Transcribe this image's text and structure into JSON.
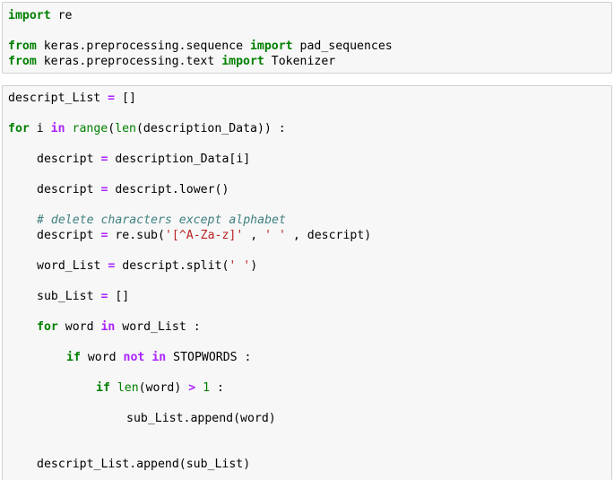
{
  "cell1": {
    "line1": {
      "kw": "import",
      "rest": " re"
    },
    "line2": {
      "kw1": "from",
      "mod": " keras.preprocessing.sequence ",
      "kw2": "import",
      "name": " pad_sequences"
    },
    "line3": {
      "kw1": "from",
      "mod": " keras.preprocessing.text ",
      "kw2": "import",
      "name": " Tokenizer"
    }
  },
  "cell2": {
    "l1": {
      "a": "descript_List ",
      "op": "=",
      "b": " []"
    },
    "l2": {
      "kw": "for",
      "a": " i ",
      "kw2": "in",
      "sp": " ",
      "fn1": "range",
      "p": "(",
      "fn2": "len",
      "b": "(description_Data)) :"
    },
    "l3": {
      "a": "descript ",
      "op": "=",
      "b": " description_Data[i]"
    },
    "l4": {
      "a": "descript ",
      "op": "=",
      "b": " descript.lower()"
    },
    "l5": {
      "comment": "# delete characters except alphabet"
    },
    "l6": {
      "a": "descript ",
      "op": "=",
      "b": " re.sub(",
      "s1": "'[^A-Za-z]'",
      "c": " , ",
      "s2": "' '",
      "d": " , descript)"
    },
    "l7": {
      "a": "word_List ",
      "op": "=",
      "b": " descript.split(",
      "s": "' '",
      "c": ")"
    },
    "l8": {
      "a": "sub_List ",
      "op": "=",
      "b": " []"
    },
    "l9": {
      "kw": "for",
      "a": " word ",
      "kw2": "in",
      "b": " word_List :"
    },
    "l10": {
      "kw": "if",
      "a": " word ",
      "kw2": "not",
      "sp": " ",
      "kw3": "in",
      "b": " STOPWORDS :"
    },
    "l11": {
      "kw": "if",
      "sp": " ",
      "fn": "len",
      "a": "(word) ",
      "op": ">",
      "sp2": " ",
      "num": "1",
      "b": " :"
    },
    "l12": {
      "a": "sub_List.append(word)"
    },
    "l13": {
      "a": "descript_List.append(sub_List)"
    }
  }
}
